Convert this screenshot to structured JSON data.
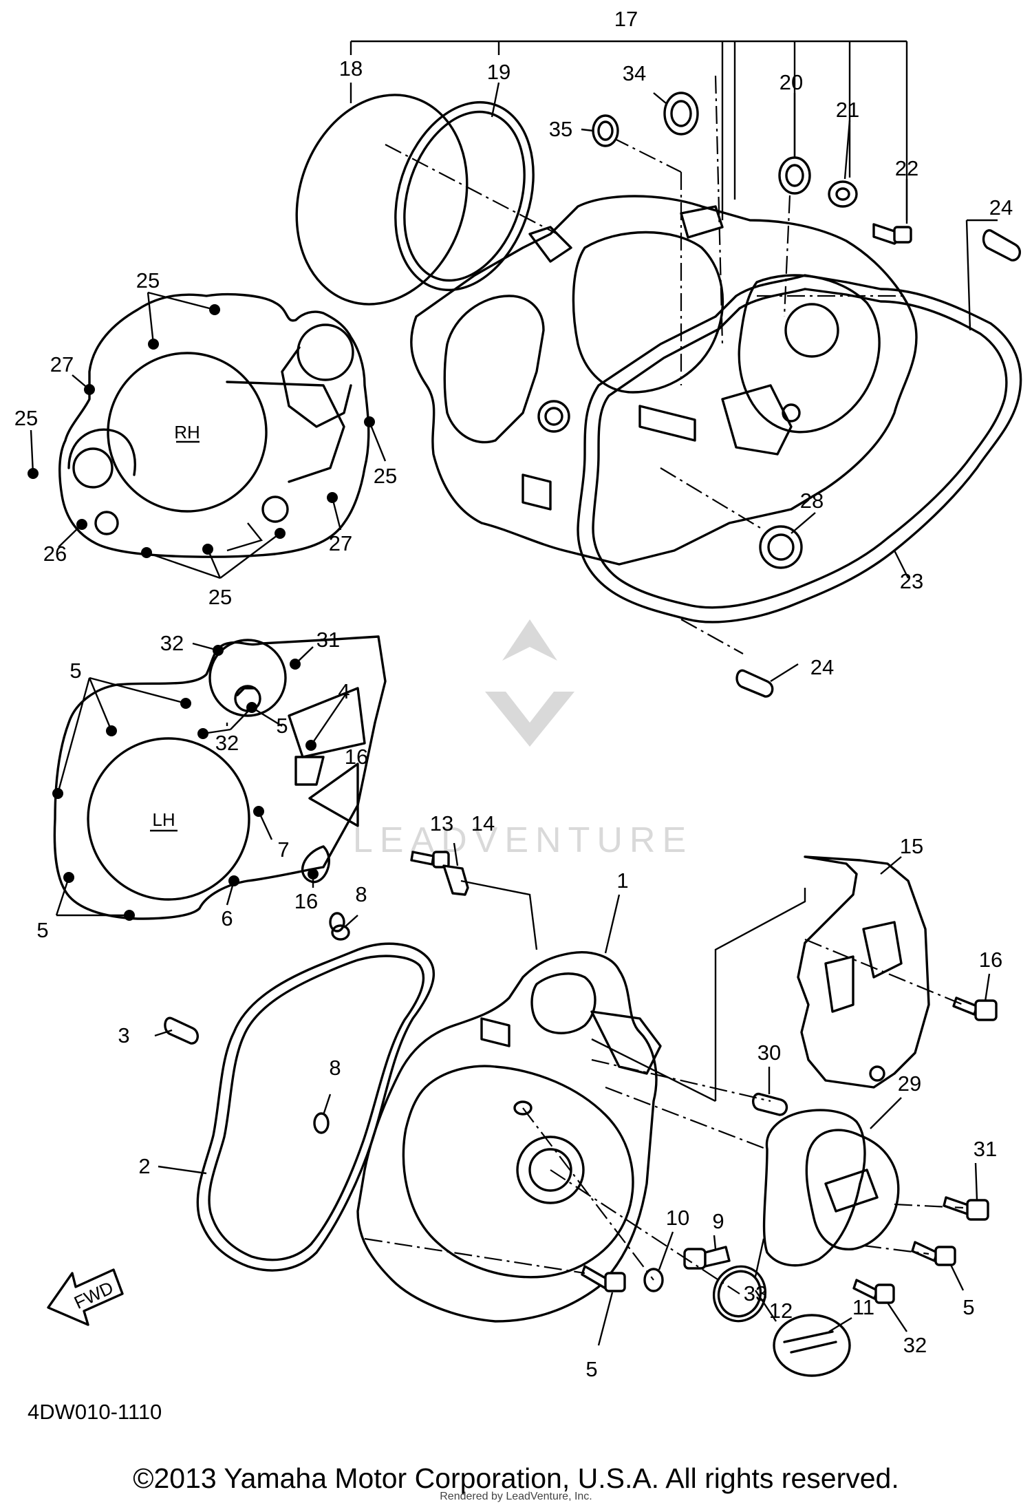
{
  "diagram_code": "4DW010-1110",
  "copyright": "©2013 Yamaha Motor Corporation, U.S.A. All rights reserved.",
  "rendered_by": "Rendered by LeadVenture, Inc.",
  "watermark": "LEADVENTURE",
  "fwd_label": "FWD",
  "side_labels": {
    "rh": "RH",
    "lh": "LH"
  },
  "callouts": {
    "c1": "1",
    "c2": "2",
    "c3": "3",
    "c4": "4",
    "c5a": "5",
    "c5b": "5",
    "c5c": "5",
    "c5d": "5",
    "c5e": "5",
    "c6": "6",
    "c7": "7",
    "c8a": "8",
    "c8b": "8",
    "c9": "9",
    "c10": "10",
    "c11": "11",
    "c12": "12",
    "c13": "13",
    "c14": "14",
    "c15": "15",
    "c16a": "16",
    "c16b": "16",
    "c16c": "16",
    "c17": "17",
    "c18": "18",
    "c19": "19",
    "c20": "20",
    "c21": "21",
    "c22": "22",
    "c23": "23",
    "c24a": "24",
    "c24b": "24",
    "c25a": "25",
    "c25b": "25",
    "c25c": "25",
    "c25d": "25",
    "c26": "26",
    "c27a": "27",
    "c27b": "27",
    "c28": "28",
    "c29": "29",
    "c30": "30",
    "c31a": "31",
    "c31b": "31",
    "c32a": "32",
    "c32b": "32",
    "c32c": "32",
    "c33": "33",
    "c34": "34",
    "c35": "35"
  }
}
